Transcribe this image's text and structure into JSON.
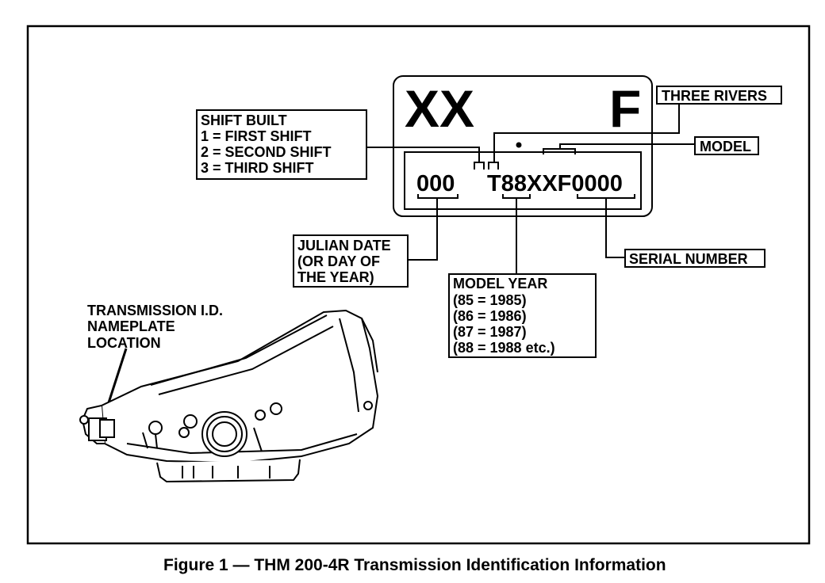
{
  "nameplate": {
    "top_left": "XX",
    "top_right": "F",
    "julian_code": "000",
    "id_code": "T88XXF0000"
  },
  "labels": {
    "three_rivers": "THREE RIVERS",
    "model": "MODEL",
    "serial_number": "SERIAL NUMBER",
    "shift_built": [
      "SHIFT BUILT",
      "1 = FIRST SHIFT",
      "2 = SECOND SHIFT",
      "3 = THIRD SHIFT"
    ],
    "julian_date": [
      "JULIAN DATE",
      "(OR DAY OF",
      "THE YEAR)"
    ],
    "model_year": [
      "MODEL YEAR",
      "(85 = 1985)",
      "(86 = 1986)",
      "(87 = 1987)",
      "(88 = 1988 etc.)"
    ],
    "nameplate_location": [
      "TRANSMISSION I.D.",
      "NAMEPLATE",
      "LOCATION"
    ]
  },
  "caption": "Figure 1 — THM 200-4R Transmission Identification Information"
}
